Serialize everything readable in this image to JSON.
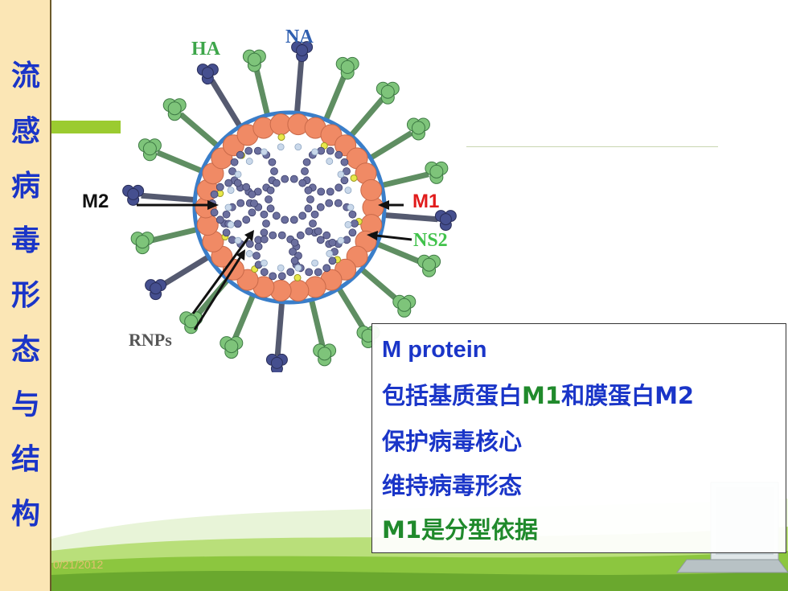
{
  "sidebar": {
    "title_chars": [
      "流",
      "感",
      "病",
      "毒",
      "形",
      "态",
      "与",
      "结",
      "构"
    ]
  },
  "diagram": {
    "labels": {
      "ha": "HA",
      "na": "NA",
      "m2": "M2",
      "m1": "M1",
      "ns2": "NS2",
      "rnps": "RNPs"
    },
    "colors": {
      "m1_label": "#e11b1b",
      "ns2_label": "#41c24b",
      "lipid": "#f08a65",
      "spike_green": "#7ec47a",
      "na_head": "#454f8f"
    }
  },
  "info_box": {
    "line1": "M protein",
    "line2_a": "包括基质蛋白",
    "line2_b": "M1",
    "line2_c": "和膜蛋白",
    "line2_d": "M2",
    "line3": "保护病毒核心",
    "line4": "维持病毒形态",
    "line5": "M1是分型依据"
  },
  "footer": {
    "date": "0/21/2012"
  }
}
